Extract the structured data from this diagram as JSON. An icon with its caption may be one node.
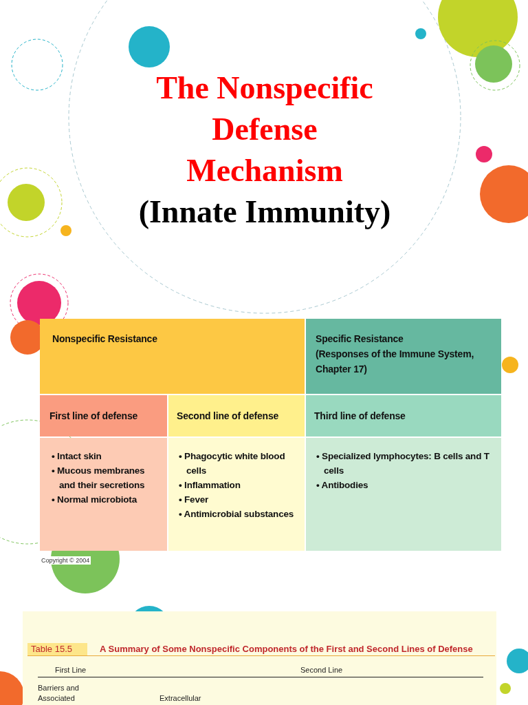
{
  "diagram": {
    "title": "The Nonspecific Defense Mechanism",
    "nodes": [
      {
        "text": [
          "Nonspecific Resistance"
        ]
      },
      {
        "text": [
          "Specific Resistance",
          "(Responses of the Immune System, Chapter 17)"
        ]
      },
      {
        "text": [
          "First line of defense"
        ]
      },
      {
        "text": [
          "Second line of defense"
        ]
      },
      {
        "text": [
          "Third line of defense"
        ]
      },
      {
        "text": [
          "• Intact skin",
          "• Mucous membranes and their secretions",
          "• Normal microbiota"
        ]
      },
      {
        "text": [
          "• Phagocytic white blood cells",
          "• Inflammation",
          "• Fever",
          "• Antimicrobial substances"
        ]
      },
      {
        "text": [
          "• Specialized lymphocytes: B cells and T cells",
          "• Antibodies"
        ]
      }
    ],
    "labels": [
      "(Innate Immunity)",
      "Copyright © 2004",
      "Table 15.5",
      "A Summary of Some Nonspecific Components of the First and Second Lines of Defense",
      "First Line",
      "Second Line",
      "Barriers and Associated",
      "Extracellular"
    ]
  }
}
